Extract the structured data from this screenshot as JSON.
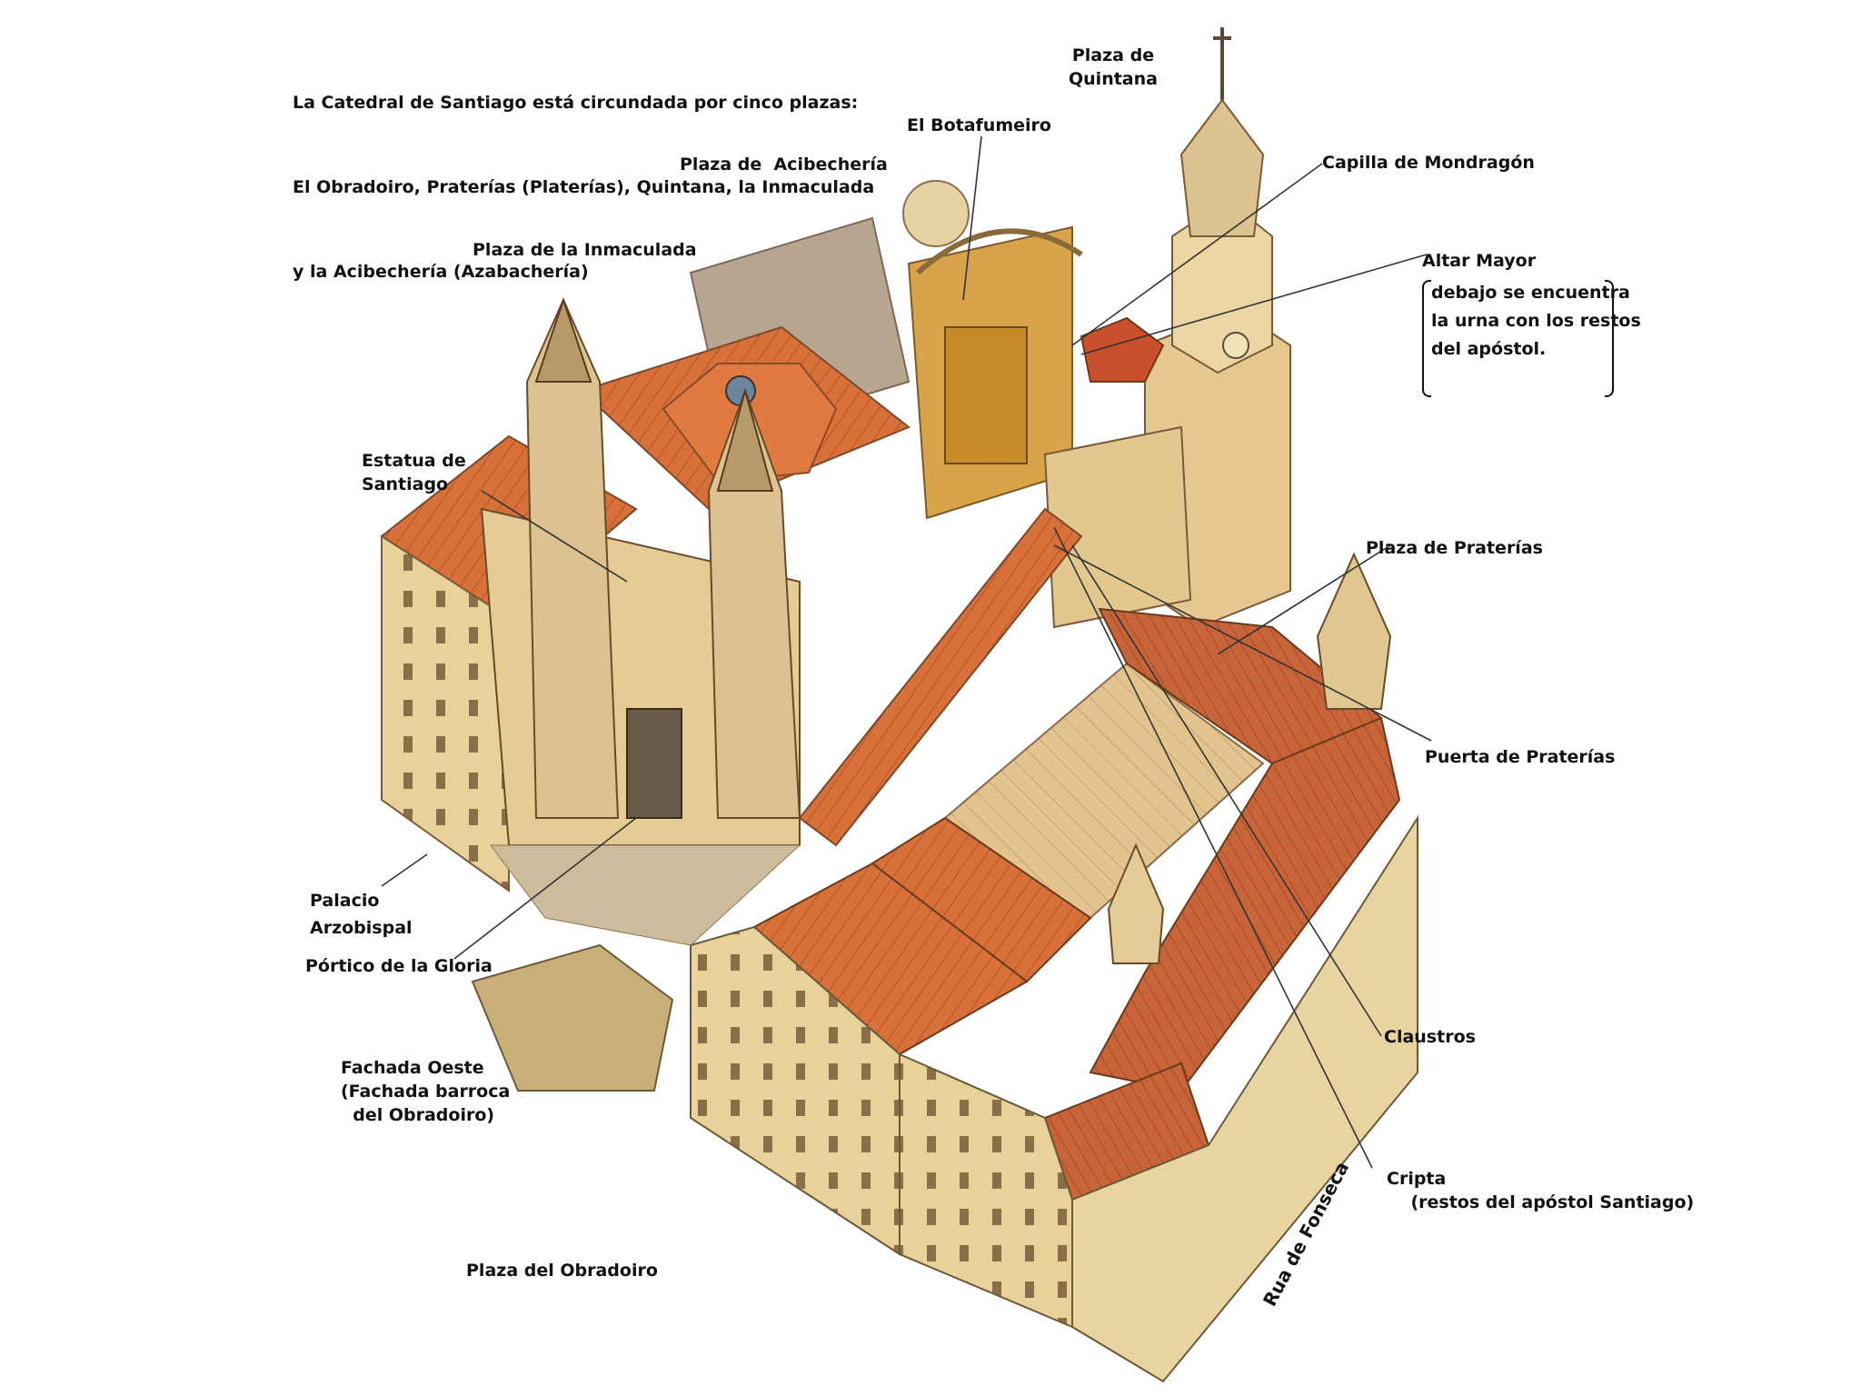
{
  "intro": {
    "line1": "La Catedral de Santiago está circundada por cinco plazas:",
    "line2": "El Obradoiro, Praterías (Platerías), Quintana, la Inmaculada",
    "line3": "y la Acibechería (Azabachería)"
  },
  "labels": {
    "plaza_quintana": "Plaza de\nQuintana",
    "botafumeiro": "El Botafumeiro",
    "plaza_acibecheria": "Plaza de  Acibechería",
    "capilla_mondragon": "Capilla de Mondragón",
    "plaza_inmaculada": "Plaza de la Inmaculada",
    "altar_mayor": "Altar Mayor",
    "altar_note": "debajo se encuentra\nla urna con los restos\ndel apóstol.",
    "estatua_santiago": "Estatua de\nSantiago",
    "plaza_praterias": "Plaza de Praterías",
    "puerta_praterias": "Puerta de Praterías",
    "palacio_arzobispal": "Palacio\nArzobispal",
    "portico_gloria": "Pórtico de la Gloria",
    "fachada_oeste": "Fachada Oeste\n(Fachada barroca\n  del Obradoiro)",
    "claustros": "Claustros",
    "cripta": "Cripta\n    (restos del apóstol Santiago)",
    "plaza_obradoiro": "Plaza del Obradoiro",
    "rua_fonseca": "Rua de Fonseca"
  },
  "colors": {
    "roof": "#d8703a",
    "roof_dark": "#b8532a",
    "stone": "#e8d29a",
    "stone_dark": "#c9a970",
    "ink": "#111111"
  }
}
